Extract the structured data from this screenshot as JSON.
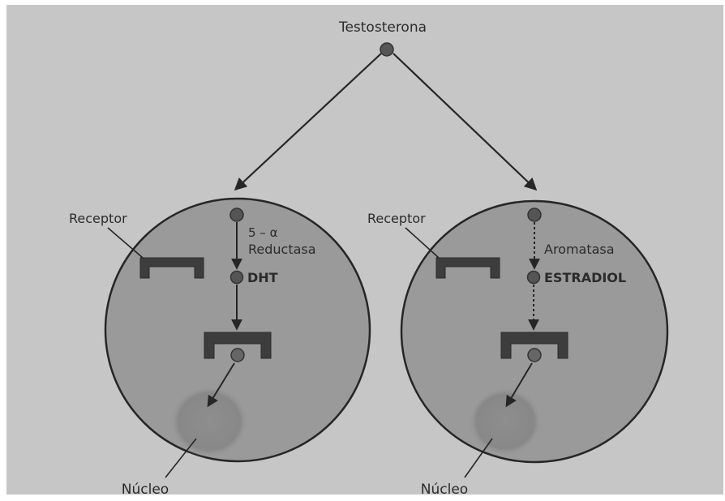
{
  "diagram": {
    "top_label": "Testosterona",
    "left_cell": {
      "receptor_label": "Receptor",
      "enzyme_line1": "5 – α",
      "enzyme_line2": "Reductasa",
      "product_label": "DHT",
      "nucleus_label": "Núcleo"
    },
    "right_cell": {
      "receptor_label": "Receptor",
      "enzyme_label": "Aromatasa",
      "product_label": "ESTRADIOL",
      "nucleus_label": "Núcleo"
    }
  },
  "colors": {
    "background": "#c6c6c6",
    "cell_fill": "#9a9a9a",
    "cell_stroke": "#262626",
    "nucleus_fill": "#8a8a8a",
    "receptor_fill": "#3d3d3d",
    "molecule_fill": "#555555",
    "arrow": "#262626"
  }
}
